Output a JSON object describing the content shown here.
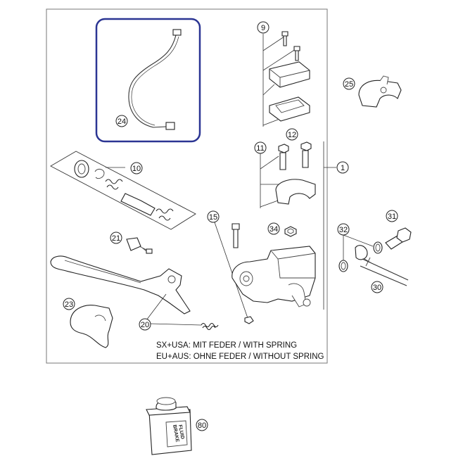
{
  "callouts": {
    "c1": "1",
    "c9": "9",
    "c10": "10",
    "c11": "11",
    "c12": "12",
    "c15": "15",
    "c20": "20",
    "c21": "21",
    "c23": "23",
    "c24": "24",
    "c25": "25",
    "c30": "30",
    "c31": "31",
    "c32": "32",
    "c34": "34",
    "c80": "80"
  },
  "notes": {
    "line1": "SX+USA:  MIT FEDER / WITH SPRING",
    "line2": "EU+AUS:  OHNE FEDER / WITHOUT SPRING"
  },
  "bottle": {
    "label1": "BRAKE",
    "label2": "FLUID"
  },
  "colors": {
    "highlight": "#2b3593",
    "ink": "#222222"
  }
}
